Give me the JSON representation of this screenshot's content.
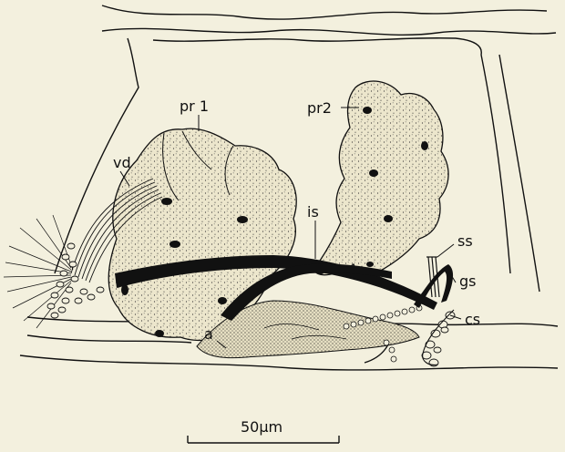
{
  "labels": {
    "pr1": "pr 1",
    "pr2": "pr2",
    "vd": "vd",
    "is": "is",
    "ss": "ss",
    "gs": "gs",
    "cs": "cs",
    "a": "a"
  },
  "scale_bar": {
    "label": "50µm"
  },
  "colors": {
    "background": "#f3f0de",
    "stroke": "#111111",
    "tissue_fill": "#e9e3c9",
    "stipple": "#2a2a2a"
  }
}
